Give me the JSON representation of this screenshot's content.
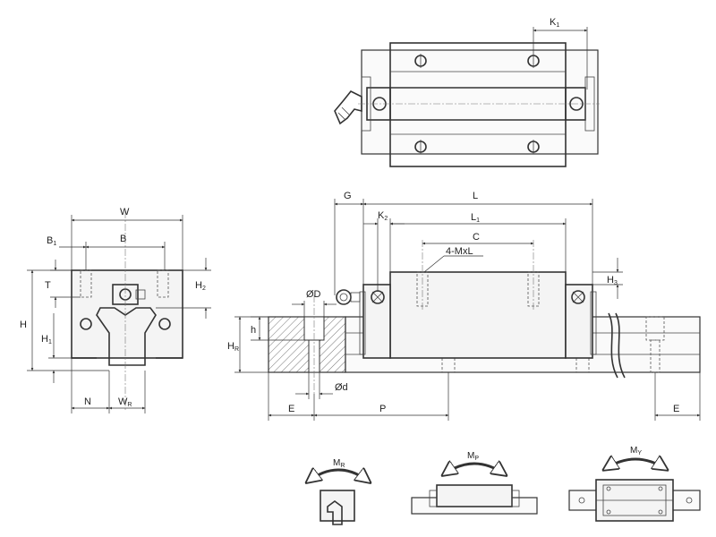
{
  "labels": {
    "K1": "K",
    "K1_sub": "1",
    "W": "W",
    "B1": "B",
    "B1_sub": "1",
    "B": "B",
    "T": "T",
    "H2": "H",
    "H2_sub": "2",
    "H": "H",
    "H1": "H",
    "H1_sub": "1",
    "N": "N",
    "WR": "W",
    "WR_sub": "R",
    "G": "G",
    "L": "L",
    "K2": "K",
    "K2_sub": "2",
    "L1": "L",
    "L1_sub": "1",
    "C": "C",
    "MxL": "4-MxL",
    "H3": "H",
    "H3_sub": "3",
    "OD": "ØD",
    "h": "h",
    "HR": "H",
    "HR_sub": "R",
    "Od": "Ød",
    "E_left": "E",
    "P": "P",
    "E_right": "E",
    "MR": "M",
    "MR_sub": "R",
    "MP": "M",
    "MP_sub": "P",
    "MY": "M",
    "MY_sub": "Y"
  },
  "colors": {
    "line": "#333333",
    "hatch": "#555555",
    "background": "#ffffff"
  }
}
